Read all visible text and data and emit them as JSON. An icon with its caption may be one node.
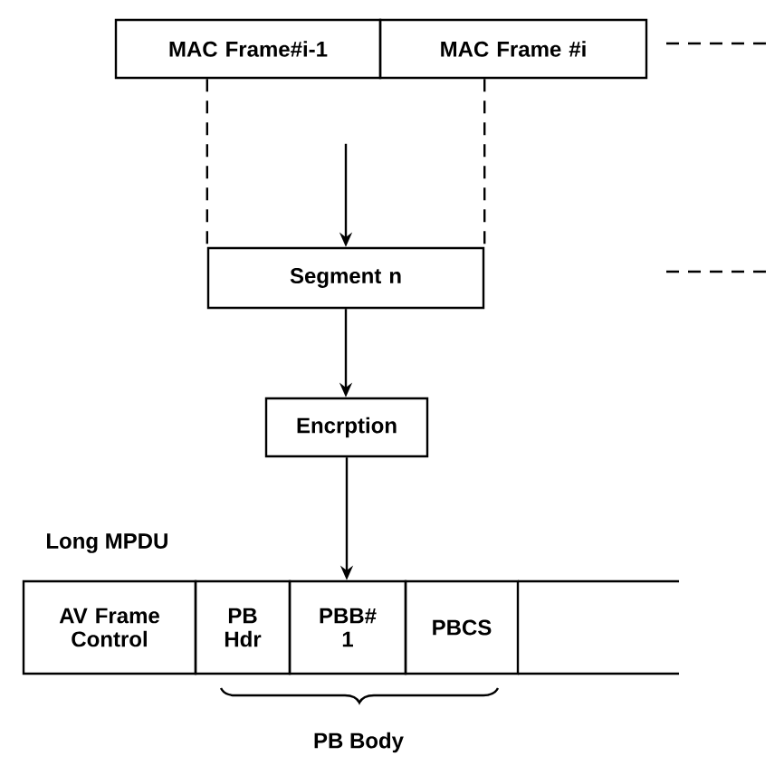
{
  "diagram": {
    "nodes": [
      {
        "text": [
          "MAC Frame#i-1"
        ]
      },
      {
        "text": [
          "MAC Frame #i"
        ]
      },
      {
        "text": [
          "Segment n"
        ]
      },
      {
        "text": [
          "Encrption"
        ]
      },
      {
        "text": [
          "AV Frame Control"
        ]
      },
      {
        "text": [
          "PB Hdr"
        ]
      },
      {
        "text": [
          "PBB# 1"
        ]
      },
      {
        "text": [
          "PBCS"
        ]
      }
    ],
    "edges": [
      {
        "from": 0,
        "to": 2,
        "arrow": "none",
        "style": "dashed"
      },
      {
        "from": 1,
        "to": 2,
        "arrow": "none",
        "style": "dashed"
      },
      {
        "from": null,
        "to": 2,
        "arrow": "to"
      },
      {
        "from": 2,
        "to": 3,
        "arrow": "to"
      },
      {
        "from": 3,
        "to": 6,
        "arrow": "to"
      }
    ],
    "labels": [
      "Long MPDU",
      "PB Body"
    ]
  }
}
